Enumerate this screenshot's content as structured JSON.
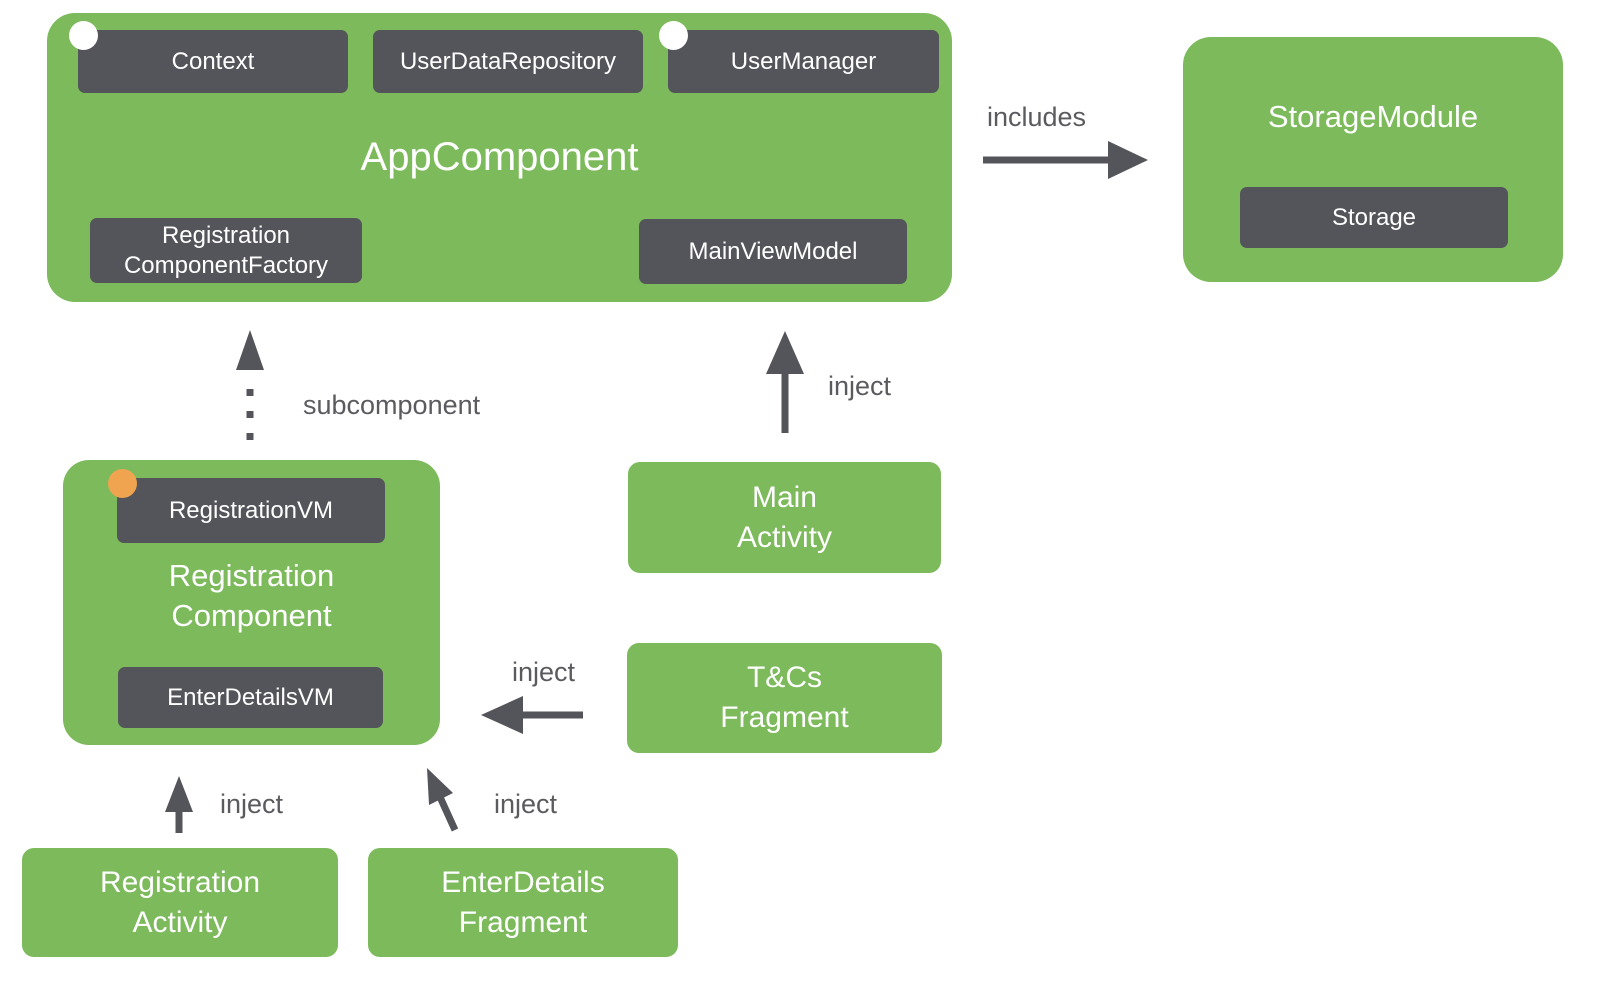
{
  "colors": {
    "green": "#7cba5c",
    "dark": "#54555a",
    "arrow": "#54555a",
    "label": "#5a5b5e",
    "badge-white": "#ffffff",
    "badge-orange": "#f1a44f",
    "bg": "#ffffff"
  },
  "app_component": {
    "title": "AppComponent",
    "context": "Context",
    "user_data_repository": "UserDataRepository",
    "user_manager": "UserManager",
    "registration_component_factory": "Registration\nComponentFactory",
    "main_view_model": "MainViewModel"
  },
  "storage_module": {
    "title": "StorageModule",
    "storage": "Storage"
  },
  "registration_component": {
    "title": "Registration\nComponent",
    "registration_vm": "RegistrationVM",
    "enter_details_vm": "EnterDetailsVM"
  },
  "nodes": {
    "main_activity": "Main\nActivity",
    "tcs_fragment": "T&Cs\nFragment",
    "registration_activity": "Registration\nActivity",
    "enter_details_fragment": "EnterDetails\nFragment"
  },
  "edge_labels": {
    "includes": "includes",
    "subcomponent": "subcomponent",
    "inject_main_activity": "inject",
    "inject_tcs_fragment": "inject",
    "inject_registration_activity": "inject",
    "inject_enter_details_fragment": "inject"
  }
}
